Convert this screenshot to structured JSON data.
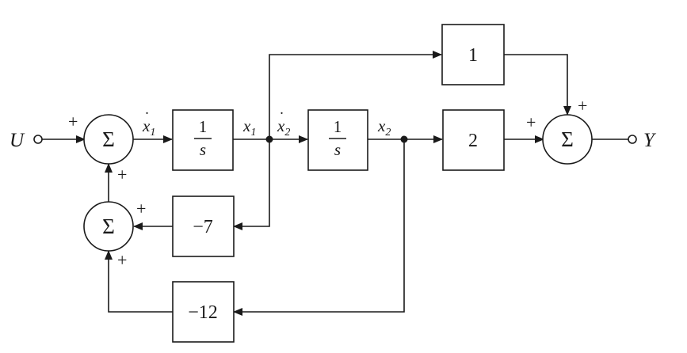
{
  "input": "U",
  "output": "Y",
  "sum_symbol": "Σ",
  "integrator": {
    "numerator": "1",
    "denominator": "s"
  },
  "gains": {
    "direct": "1",
    "x2_output": "2",
    "x1_feedback": "−7",
    "x2_feedback": "−12"
  },
  "signals": {
    "x1_dot": {
      "base": "x",
      "dot": "˙",
      "sub": "1"
    },
    "x1": {
      "base": "x",
      "sub": "1"
    },
    "x2_dot": {
      "base": "x",
      "dot": "˙",
      "sub": "2"
    },
    "x2": {
      "base": "x",
      "sub": "2"
    }
  },
  "signs": {
    "main_sum_input": "+",
    "main_sum_feedback": "+",
    "feedback_sum_x1": "+",
    "feedback_sum_x2": "+",
    "output_sum_direct": "+",
    "output_sum_x2": "+"
  }
}
